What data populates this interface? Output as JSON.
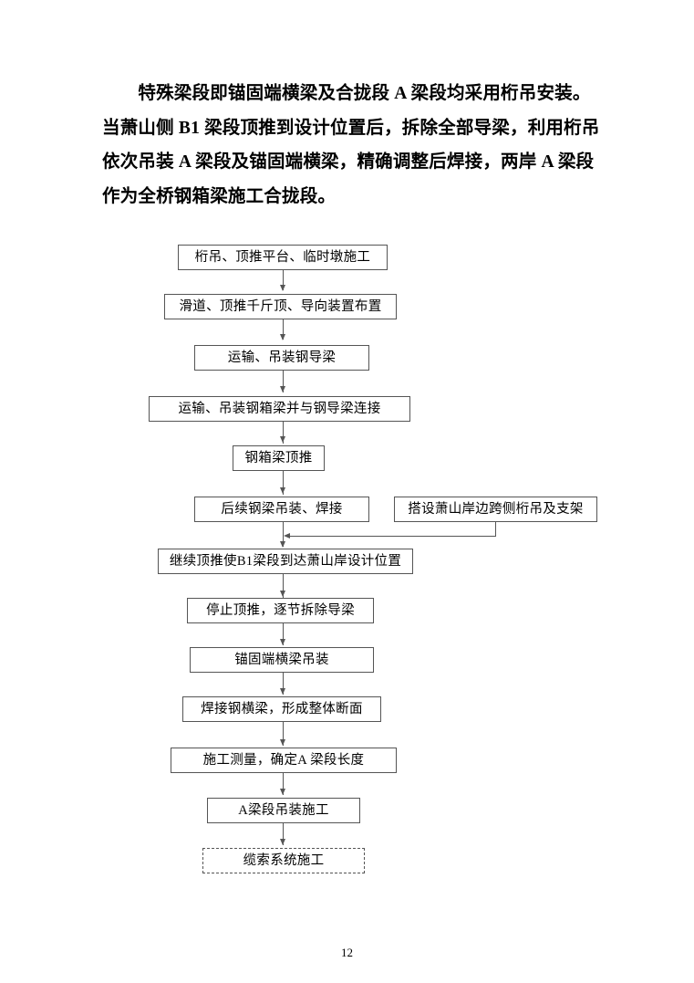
{
  "document": {
    "paragraph_lines": [
      "　　特殊梁段即锚固端横梁及合拢段 A 梁段均采用桁吊安装。",
      "当萧山侧 B1 梁段顶推到设计位置后，拆除全部导梁，利用桁吊",
      "依次吊装 A 梁段及锚固端横梁，精确调整后焊接，两岸 A 梁段",
      "作为全桥钢箱梁施工合拢段。"
    ],
    "page_number": "12"
  },
  "flowchart": {
    "nodes": [
      {
        "id": "n1",
        "label": "桁吊、顶推平台、临时墩施工"
      },
      {
        "id": "n2",
        "label": "滑道、顶推千斤顶、导向装置布置"
      },
      {
        "id": "n3",
        "label": "运输、吊装钢导梁"
      },
      {
        "id": "n4",
        "label": "运输、吊装钢箱梁并与钢导梁连接"
      },
      {
        "id": "n5",
        "label": "钢箱梁顶推"
      },
      {
        "id": "n6",
        "label": "后续钢梁吊装、焊接"
      },
      {
        "id": "n7",
        "label": "搭设萧山岸边跨侧桁吊及支架"
      },
      {
        "id": "n8",
        "label": "继续顶推使B1梁段到达萧山岸设计位置"
      },
      {
        "id": "n9",
        "label": "停止顶推，逐节拆除导梁"
      },
      {
        "id": "n10",
        "label": "锚固端横梁吊装"
      },
      {
        "id": "n11",
        "label": "焊接钢横梁，形成整体断面"
      },
      {
        "id": "n12",
        "label": "施工测量，确定A 梁段长度"
      },
      {
        "id": "n13",
        "label": "A梁段吊装施工"
      },
      {
        "id": "n14",
        "label": "缆索系统施工"
      }
    ],
    "colors": {
      "line": "#555555",
      "box_fill": "#ffffff",
      "text": "#000000"
    }
  }
}
